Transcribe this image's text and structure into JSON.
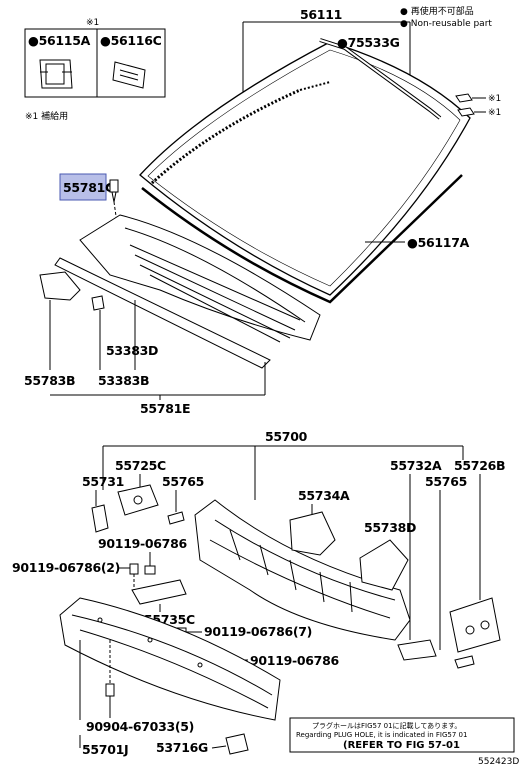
{
  "legend": {
    "nonreusable_jp": "● 再使用不可部品",
    "nonreusable_en": "● Non-reusable part",
    "supply_note": "※1 補給用",
    "star1": "※1"
  },
  "parts": {
    "p56111": "56111",
    "p56115A": "●56115A",
    "p56116C": "●56116C",
    "p75533G": "●75533G",
    "p55781G": "55781G",
    "p56117A": "●56117A",
    "p53383D": "53383D",
    "p55783B": "55783B",
    "p53383B": "53383B",
    "p55781E": "55781E",
    "p55700": "55700",
    "p55725C": "55725C",
    "p55731": "55731",
    "p55765a": "55765",
    "p55732A": "55732A",
    "p55726B": "55726B",
    "p55765b": "55765",
    "p55734A": "55734A",
    "p55738D": "55738D",
    "p90119a": "90119-06786",
    "p90119b": "90119-06786(2)",
    "p55735C": "55735C",
    "p90119c": "90119-06786(7)",
    "p90119d": "90119-06786",
    "p90904": "90904-67033(5)",
    "p55701J": "55701J",
    "p53716G": "53716G"
  },
  "note": {
    "line1": "プラグホールはFIG57 01に記載してあります。",
    "line2": "Regarding PLUG HOLE, it is indicated in FIG57 01",
    "line3": "(REFER TO FIG 57-01"
  },
  "diagram_id": "552423D"
}
